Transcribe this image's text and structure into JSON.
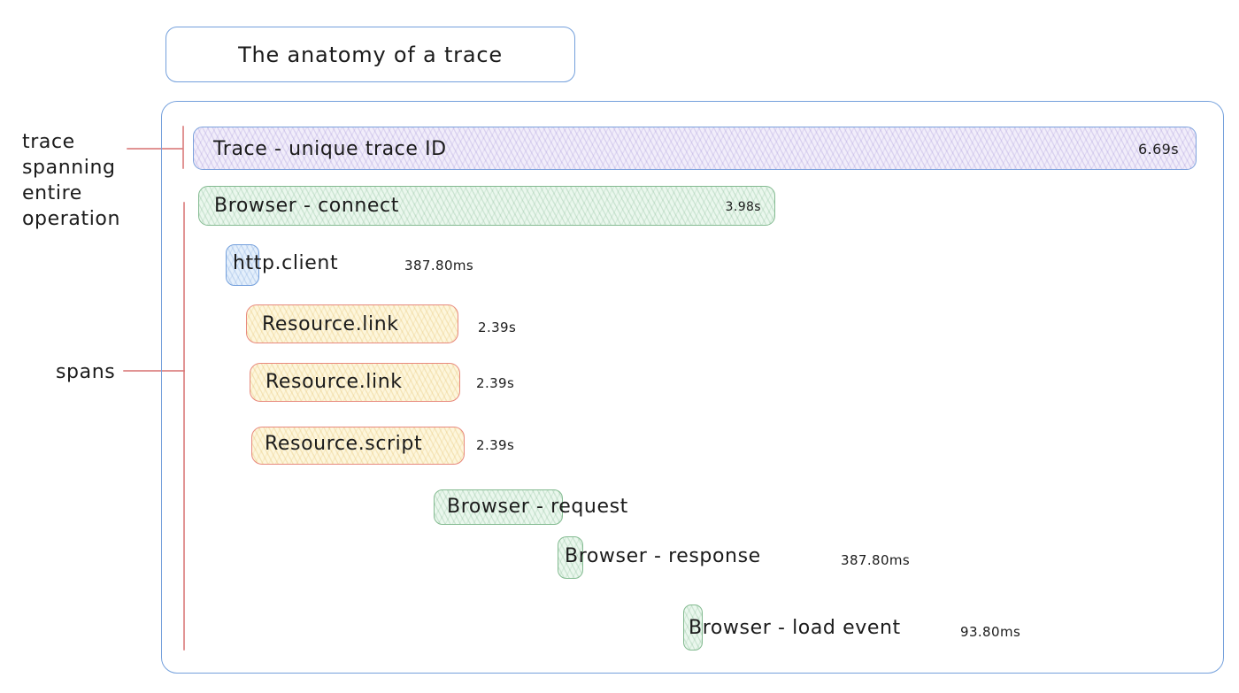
{
  "title": "The anatomy of a trace",
  "annotations": {
    "trace_note": {
      "lines": [
        "trace",
        "spanning",
        "entire",
        "operation"
      ]
    },
    "spans_note": "spans"
  },
  "trace": {
    "label": "Trace - unique trace ID",
    "duration": "6.69s"
  },
  "spans": [
    {
      "label": "Browser - connect",
      "duration": "3.98s"
    },
    {
      "label": "http.client",
      "duration": "387.80ms"
    },
    {
      "label": "Resource.link",
      "duration": "2.39s"
    },
    {
      "label": "Resource.link",
      "duration": "2.39s"
    },
    {
      "label": "Resource.script",
      "duration": "2.39s"
    },
    {
      "label": "Browser - request",
      "duration": ""
    },
    {
      "label": "Browser - response",
      "duration": "387.80ms"
    },
    {
      "label": "Browser - load event",
      "duration": "93.80ms"
    }
  ],
  "colors": {
    "blue-border": "#74a0dc",
    "green-border": "#84bb91",
    "salmon-border": "#e88a7e",
    "annotation-line": "#d97979",
    "ink": "#1b1b1b"
  }
}
